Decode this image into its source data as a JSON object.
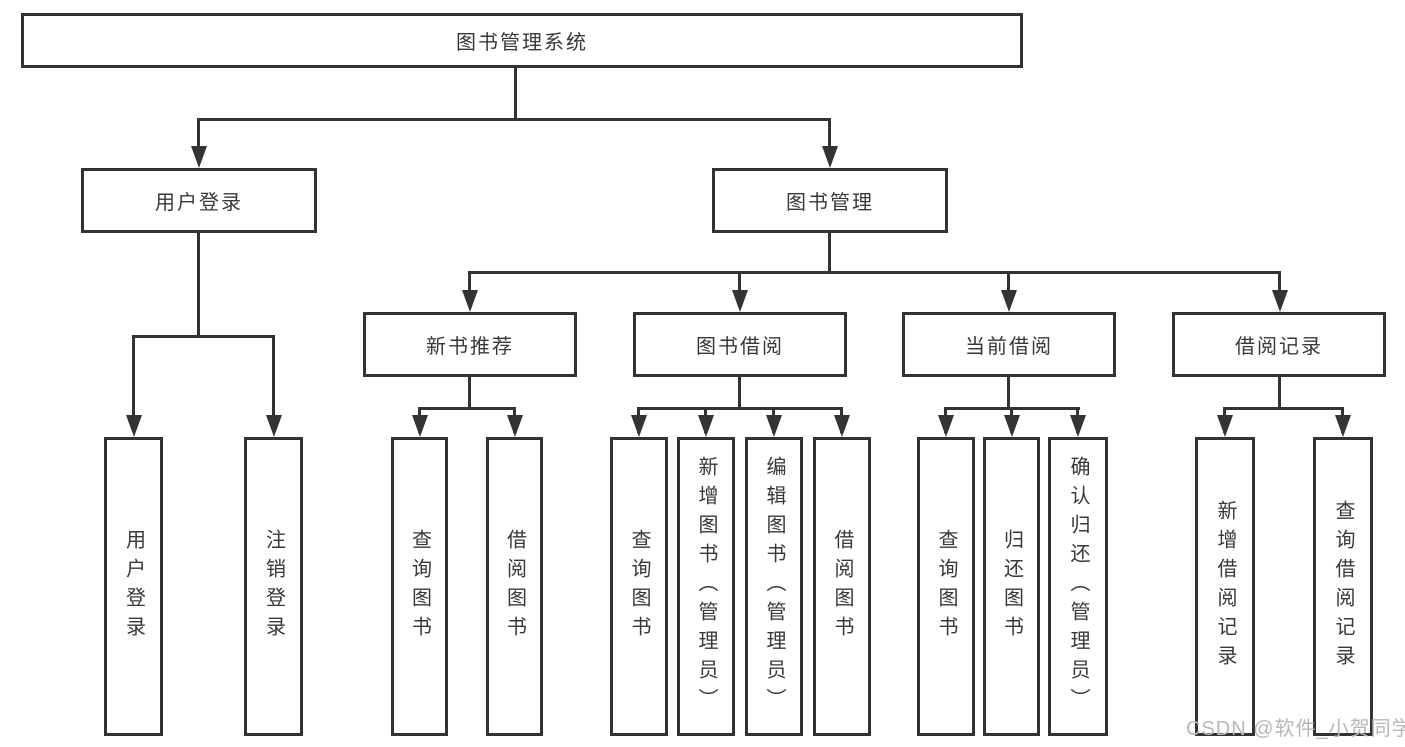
{
  "tree": {
    "root": {
      "label": "图书管理系统"
    },
    "branches": [
      {
        "label": "用户登录",
        "children": [
          {
            "label": "用户登录"
          },
          {
            "label": "注销登录"
          }
        ]
      },
      {
        "label": "图书管理",
        "children": [
          {
            "label": "新书推荐",
            "children": [
              {
                "label": "查询图书"
              },
              {
                "label": "借阅图书"
              }
            ]
          },
          {
            "label": "图书借阅",
            "children": [
              {
                "label": "查询图书"
              },
              {
                "label": "新增图书（管理员）"
              },
              {
                "label": "编辑图书（管理员）"
              },
              {
                "label": "借阅图书"
              }
            ]
          },
          {
            "label": "当前借阅",
            "children": [
              {
                "label": "查询图书"
              },
              {
                "label": "归还图书"
              },
              {
                "label": "确认归还（管理员）"
              }
            ]
          },
          {
            "label": "借阅记录",
            "children": [
              {
                "label": "新增借阅记录"
              },
              {
                "label": "查询借阅记录"
              }
            ]
          }
        ]
      }
    ]
  },
  "watermark": {
    "text": "CSDN @软件_小贺同学"
  },
  "colors": {
    "line": "#333333",
    "text": "#383838",
    "watermark": "#b8b8b8",
    "background": "#ffffff"
  }
}
